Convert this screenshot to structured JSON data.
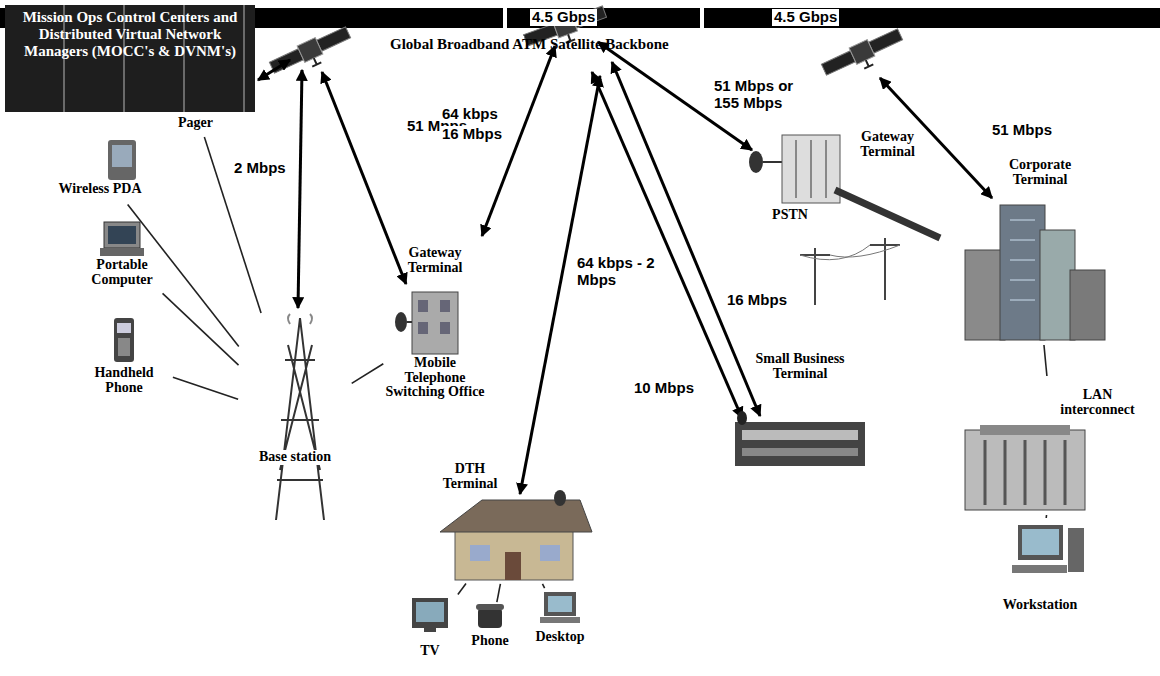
{
  "diagram": {
    "nodes": [
      {
        "text": [
          "Mission Ops Control Centers and Distributed Virtual Network Managers (MOCC's & DVNM's)"
        ]
      },
      {
        "text": [
          "Pager"
        ]
      },
      {
        "text": [
          "Wireless PDA"
        ]
      },
      {
        "text": [
          "Portable Computer"
        ]
      },
      {
        "text": [
          "Handheld Phone"
        ]
      },
      {
        "text": [
          "Base station"
        ]
      },
      {
        "text": [
          "Gateway Terminal",
          "Mobile Telephone Switching Office"
        ]
      },
      {
        "text": [
          "DTH Terminal"
        ]
      },
      {
        "text": [
          "TV"
        ]
      },
      {
        "text": [
          "Phone"
        ]
      },
      {
        "text": [
          "Desktop"
        ]
      },
      {
        "text": [
          "Small Business Terminal"
        ]
      },
      {
        "text": [
          "Gateway Terminal",
          "PSTN"
        ]
      },
      {
        "text": [
          "Corporate Terminal"
        ]
      },
      {
        "text": [
          "LAN interconnect"
        ]
      },
      {
        "text": [
          "Workstation"
        ]
      }
    ],
    "edges": [
      {
        "from": 1,
        "to": 5,
        "arrow": "none"
      },
      {
        "from": 2,
        "to": 5,
        "arrow": "none"
      },
      {
        "from": 3,
        "to": 5,
        "arrow": "none"
      },
      {
        "from": 4,
        "to": 5,
        "arrow": "none"
      },
      {
        "from": 5,
        "to": 6,
        "arrow": "none"
      },
      {
        "from": 7,
        "to": 8,
        "arrow": "none"
      },
      {
        "from": 7,
        "to": 9,
        "arrow": "none"
      },
      {
        "from": 7,
        "to": 10,
        "arrow": "none"
      },
      {
        "from": 13,
        "to": 14,
        "arrow": "none"
      },
      {
        "from": 14,
        "to": 15,
        "arrow": "none"
      }
    ],
    "labels": [
      "4.5 Gbps",
      "4.5 Gbps",
      "Global Broadband ATM Satellite Backbone",
      "2 Mbps",
      "51 Mbps",
      "64 kbps",
      "16 Mbps",
      "51 Mbps or 155 Mbps",
      "51 Mbps",
      "64 kbps - 2 Mbps",
      "16 Mbps",
      "10 Mbps"
    ]
  }
}
